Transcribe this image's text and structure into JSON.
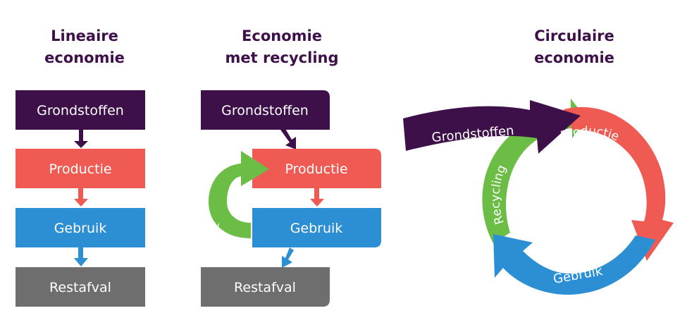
{
  "colors": {
    "title": "#3d1049",
    "grondstoffen": "#3d1049",
    "productie": "#ef5b52",
    "gebruik": "#2c8fd4",
    "restafval": "#6e6e6e",
    "recycling": "#6bbd45",
    "box_text": "#ffffff"
  },
  "linear": {
    "title_line1": "Lineaire",
    "title_line2": "economie",
    "grondstoffen": "Grondstoffen",
    "productie": "Productie",
    "gebruik": "Gebruik",
    "restafval": "Restafval"
  },
  "recycle": {
    "title_line1": "Economie",
    "title_line2": "met recycling",
    "grondstoffen": "Grondstoffen",
    "productie": "Productie",
    "gebruik": "Gebruik",
    "restafval": "Restafval",
    "recycling": "Recycling"
  },
  "circular": {
    "title_line1": "Circulaire",
    "title_line2": "economie",
    "grondstoffen": "Grondstoffen",
    "productie": "Productie",
    "gebruik": "Gebruik",
    "recycling": "Recycling"
  }
}
